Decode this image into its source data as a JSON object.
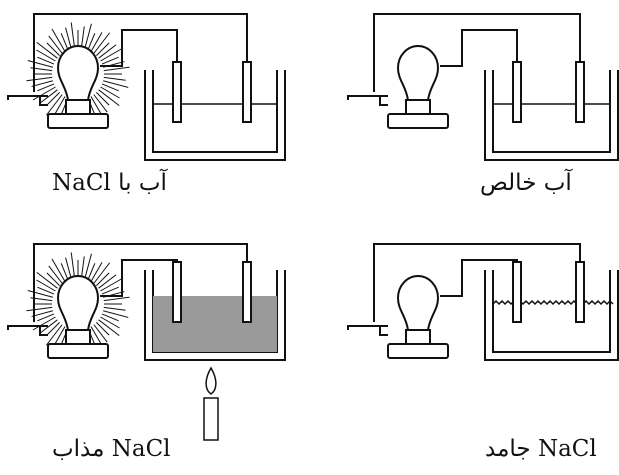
{
  "panels": [
    {
      "id": "pure-water",
      "caption": "آب خالص",
      "lit": false,
      "liquid": "water",
      "flame": false
    },
    {
      "id": "water-nacl",
      "caption": "آب با NaCl",
      "lit": true,
      "liquid": "water",
      "flame": false
    },
    {
      "id": "solid-nacl",
      "caption": "NaCl جامد",
      "lit": false,
      "liquid": "solid",
      "flame": false
    },
    {
      "id": "molten-nacl",
      "caption": "NaCl مذاب",
      "lit": true,
      "liquid": "molten",
      "flame": true
    }
  ],
  "colors": {
    "line": "#111111",
    "molten_fill": "#9a9a9a",
    "background": "#ffffff"
  }
}
